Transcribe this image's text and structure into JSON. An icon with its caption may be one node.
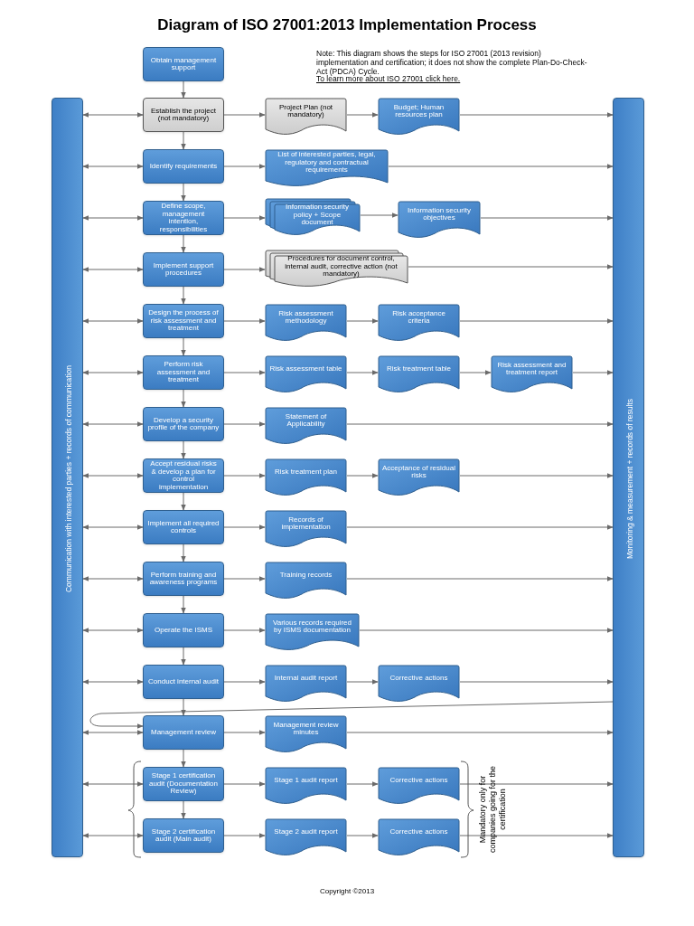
{
  "diagram": {
    "title": "Diagram of ISO 27001:2013 Implementation Process",
    "nodes": [
      {
        "text": [
          "Communication with interested parties + records of communication"
        ]
      },
      {
        "text": [
          "Monitoring & measurement + records of results"
        ]
      },
      {
        "text": [
          "Obtain management support"
        ]
      },
      {
        "text": [
          "Establish the project (not mandatory)"
        ]
      },
      {
        "text": [
          "Project Plan (not mandatory)"
        ]
      },
      {
        "text": [
          "Budget; Human resources plan"
        ]
      },
      {
        "text": [
          "Identify requirements"
        ]
      },
      {
        "text": [
          "List of interested parties, legal, regulatory and contractual requirements"
        ]
      },
      {
        "text": [
          "Define scope, management intention, responsibilities"
        ]
      },
      {
        "text": [
          "Information security policy + Scope document"
        ]
      },
      {
        "text": [
          "Information security objectives"
        ]
      },
      {
        "text": [
          "Implement support procedures"
        ]
      },
      {
        "text": [
          "Procedures for document control, internal audit, corrective action (not mandatory)"
        ]
      },
      {
        "text": [
          "Design the process of risk assessment and treatment"
        ]
      },
      {
        "text": [
          "Risk assessment methodology"
        ]
      },
      {
        "text": [
          "Risk acceptance criteria"
        ]
      },
      {
        "text": [
          "Perform risk assessment and treatment"
        ]
      },
      {
        "text": [
          "Risk assessment table"
        ]
      },
      {
        "text": [
          "Risk treatment table"
        ]
      },
      {
        "text": [
          "Risk assessment and treatment report"
        ]
      },
      {
        "text": [
          "Develop a security profile of the company"
        ]
      },
      {
        "text": [
          "Statement of Applicability"
        ]
      },
      {
        "text": [
          "Accept residual risks & develop a plan for control implementation"
        ]
      },
      {
        "text": [
          "Risk treatment plan"
        ]
      },
      {
        "text": [
          "Acceptance of residual risks"
        ]
      },
      {
        "text": [
          "Implement all required controls"
        ]
      },
      {
        "text": [
          "Records of implementation"
        ]
      },
      {
        "text": [
          "Perform training and awareness programs"
        ]
      },
      {
        "text": [
          "Training records"
        ]
      },
      {
        "text": [
          "Operate the ISMS"
        ]
      },
      {
        "text": [
          "Various records required by ISMS documentation"
        ]
      },
      {
        "text": [
          "Conduct internal audit"
        ]
      },
      {
        "text": [
          "Internal audit report"
        ]
      },
      {
        "text": [
          "Corrective actions"
        ]
      },
      {
        "text": [
          "Management review"
        ]
      },
      {
        "text": [
          "Management review minutes"
        ]
      },
      {
        "text": [
          "Stage 1 certification audit (Documentation Review)"
        ]
      },
      {
        "text": [
          "Stage 1 audit report"
        ]
      },
      {
        "text": [
          "Corrective actions"
        ]
      },
      {
        "text": [
          "Stage 2 certification audit (Main audit)"
        ]
      },
      {
        "text": [
          "Stage 2 audit report"
        ]
      },
      {
        "text": [
          "Corrective actions"
        ]
      }
    ],
    "edges": [
      {
        "from": 2,
        "to": 3,
        "arrow": "to"
      },
      {
        "from": 3,
        "to": 6,
        "arrow": "to"
      },
      {
        "from": 6,
        "to": 8,
        "arrow": "to"
      },
      {
        "from": 8,
        "to": 11,
        "arrow": "to"
      },
      {
        "from": 11,
        "to": 13,
        "arrow": "to"
      },
      {
        "from": 13,
        "to": 16,
        "arrow": "to"
      },
      {
        "from": 16,
        "to": 20,
        "arrow": "to"
      },
      {
        "from": 20,
        "to": 22,
        "arrow": "to"
      },
      {
        "from": 22,
        "to": 25,
        "arrow": "to"
      },
      {
        "from": 25,
        "to": 27,
        "arrow": "to"
      },
      {
        "from": 27,
        "to": 29,
        "arrow": "to"
      },
      {
        "from": 29,
        "to": 31,
        "arrow": "to"
      },
      {
        "from": 31,
        "to": 34,
        "arrow": "to"
      },
      {
        "from": 34,
        "to": 36,
        "arrow": "to"
      },
      {
        "from": 36,
        "to": 39,
        "arrow": "to"
      },
      {
        "from": 0,
        "to": 3,
        "arrow": "both"
      },
      {
        "from": 3,
        "to": 4,
        "arrow": "to"
      },
      {
        "from": 4,
        "to": 5,
        "arrow": "to"
      },
      {
        "from": 5,
        "to": 1,
        "arrow": "to"
      },
      {
        "from": 0,
        "to": 6,
        "arrow": "both"
      },
      {
        "from": 6,
        "to": 7,
        "arrow": "to"
      },
      {
        "from": 7,
        "to": 1,
        "arrow": "to"
      },
      {
        "from": 0,
        "to": 8,
        "arrow": "both"
      },
      {
        "from": 8,
        "to": 9,
        "arrow": "to"
      },
      {
        "from": 9,
        "to": 10,
        "arrow": "to"
      },
      {
        "from": 10,
        "to": 1,
        "arrow": "to"
      },
      {
        "from": 0,
        "to": 11,
        "arrow": "both"
      },
      {
        "from": 11,
        "to": 12,
        "arrow": "to"
      },
      {
        "from": 12,
        "to": 1,
        "arrow": "to"
      },
      {
        "from": 0,
        "to": 13,
        "arrow": "both"
      },
      {
        "from": 13,
        "to": 14,
        "arrow": "to"
      },
      {
        "from": 14,
        "to": 15,
        "arrow": "to"
      },
      {
        "from": 15,
        "to": 1,
        "arrow": "to"
      },
      {
        "from": 0,
        "to": 16,
        "arrow": "both"
      },
      {
        "from": 16,
        "to": 17,
        "arrow": "to"
      },
      {
        "from": 17,
        "to": 18,
        "arrow": "to"
      },
      {
        "from": 18,
        "to": 19,
        "arrow": "to"
      },
      {
        "from": 19,
        "to": 1,
        "arrow": "to"
      },
      {
        "from": 0,
        "to": 20,
        "arrow": "both"
      },
      {
        "from": 20,
        "to": 21,
        "arrow": "to"
      },
      {
        "from": 21,
        "to": 1,
        "arrow": "to"
      },
      {
        "from": 0,
        "to": 22,
        "arrow": "both"
      },
      {
        "from": 22,
        "to": 23,
        "arrow": "to"
      },
      {
        "from": 23,
        "to": 24,
        "arrow": "to"
      },
      {
        "from": 24,
        "to": 1,
        "arrow": "to"
      },
      {
        "from": 0,
        "to": 25,
        "arrow": "both"
      },
      {
        "from": 25,
        "to": 26,
        "arrow": "to"
      },
      {
        "from": 26,
        "to": 1,
        "arrow": "to"
      },
      {
        "from": 0,
        "to": 27,
        "arrow": "both"
      },
      {
        "from": 27,
        "to": 28,
        "arrow": "to"
      },
      {
        "from": 28,
        "to": 1,
        "arrow": "to"
      },
      {
        "from": 0,
        "to": 29,
        "arrow": "both"
      },
      {
        "from": 29,
        "to": 30,
        "arrow": "to"
      },
      {
        "from": 30,
        "to": 1,
        "arrow": "to"
      },
      {
        "from": 0,
        "to": 31,
        "arrow": "both"
      },
      {
        "from": 31,
        "to": 32,
        "arrow": "to"
      },
      {
        "from": 32,
        "to": 33,
        "arrow": "to"
      },
      {
        "from": 33,
        "to": 1,
        "arrow": "to"
      },
      {
        "from": 0,
        "to": 34,
        "arrow": "both"
      },
      {
        "from": 34,
        "to": 35,
        "arrow": "to"
      },
      {
        "from": 35,
        "to": 1,
        "arrow": "to"
      },
      {
        "from": 0,
        "to": 36,
        "arrow": "both"
      },
      {
        "from": 36,
        "to": 37,
        "arrow": "to"
      },
      {
        "from": 37,
        "to": 38,
        "arrow": "to"
      },
      {
        "from": 38,
        "to": 1,
        "arrow": "to"
      },
      {
        "from": 0,
        "to": 39,
        "arrow": "both"
      },
      {
        "from": 39,
        "to": 40,
        "arrow": "to"
      },
      {
        "from": 40,
        "to": 41,
        "arrow": "to"
      },
      {
        "from": 41,
        "to": 1,
        "arrow": "to"
      },
      {
        "from": 1,
        "to": 34,
        "arrow": "to"
      }
    ],
    "labels": [
      "Note: This diagram shows the steps for ISO 27001 (2013 revision) implementation and certification; it does not show the complete Plan-Do-Check-Act (PDCA) Cycle.",
      "To learn more about ISO 27001 click here.",
      "Mandatory only for companies going for the certification",
      "Copyright ©2013"
    ]
  }
}
